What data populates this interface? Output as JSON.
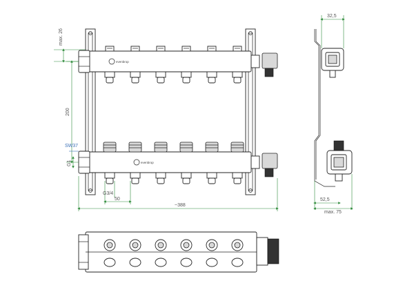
{
  "drawing": {
    "brand_text": "evenbrop",
    "dimensions": {
      "max_26": "max. 26",
      "height_200": "200",
      "sw37": "SW37",
      "g1": "G1",
      "g3_4": "G3/4",
      "spacing_50": "50",
      "length_388": "~388",
      "width_32_5": "32,5",
      "depth_52_5": "52,5",
      "max_75": "max. 75"
    },
    "outlets": {
      "count_per_bar": 6
    },
    "colors": {
      "outline": "#222222",
      "dimension": "#2e8b3a",
      "dimension_text": "#555555",
      "callout": "#3b6fb6",
      "dark_cap": "#333333"
    }
  }
}
